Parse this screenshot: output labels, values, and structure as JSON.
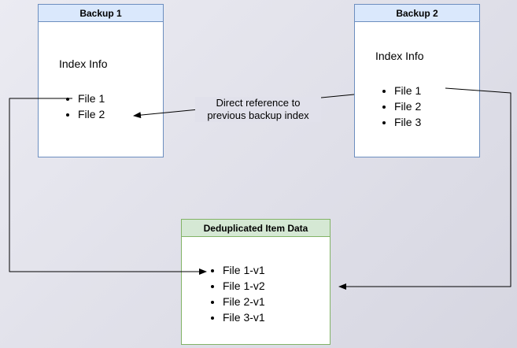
{
  "colors": {
    "page-bg-start": "#ebebf2",
    "page-bg-end": "#d6d6e1",
    "blue-border": "#6c8ebf",
    "blue-header-bg": "#dae8fc",
    "green-border": "#82b366",
    "green-header-bg": "#d5e8d4",
    "box-bg": "#ffffff",
    "arrow-color": "#000000",
    "label-bg": "#e1e1eb"
  },
  "boxes": {
    "backup1": {
      "title": "Backup 1",
      "subtitle": "Index Info",
      "items": [
        "File 1",
        "File 2"
      ]
    },
    "backup2": {
      "title": "Backup 2",
      "subtitle": "Index Info",
      "items": [
        "File 1",
        "File 2",
        "File 3"
      ]
    },
    "dedup": {
      "title": "Deduplicated Item Data",
      "items": [
        "File 1-v1",
        "File 1-v2",
        "File 2-v1",
        "File 3-v1"
      ]
    }
  },
  "annotations": {
    "direct_reference_line1": "Direct reference to",
    "direct_reference_line2": "previous backup index"
  }
}
